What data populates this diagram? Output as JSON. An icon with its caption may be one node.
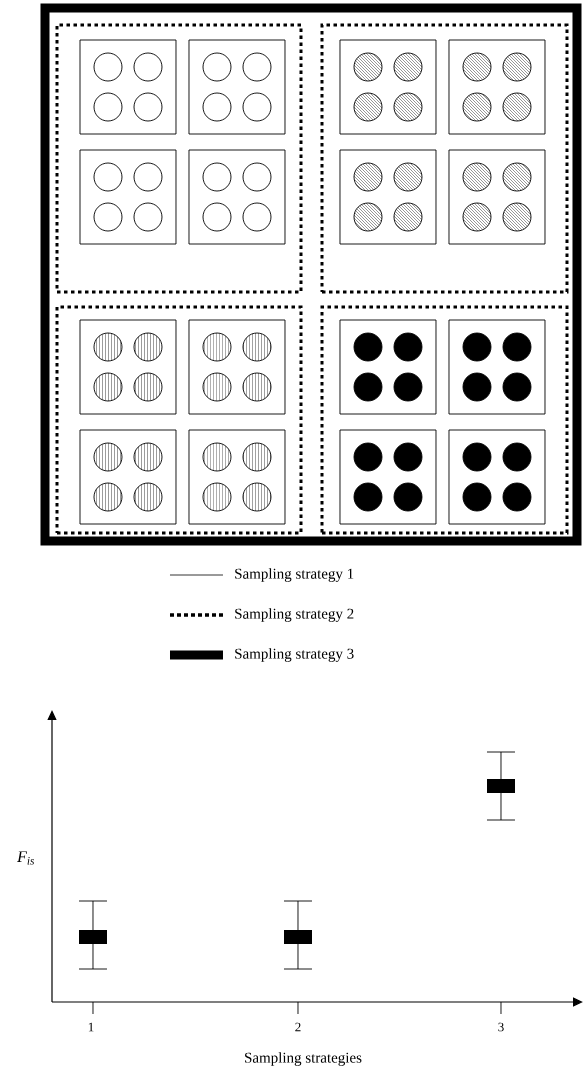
{
  "diagram": {
    "nodes": [
      {
        "text": [],
        "shape": "box"
      },
      {
        "text": [],
        "shape": "box",
        "in": 0
      },
      {
        "text": [],
        "shape": "box",
        "in": 0
      },
      {
        "text": [],
        "shape": "box",
        "in": 0
      },
      {
        "text": [],
        "shape": "box",
        "in": 0
      },
      {
        "text": [],
        "shape": "box",
        "in": 1
      },
      {
        "text": [],
        "shape": "box",
        "in": 1
      },
      {
        "text": [],
        "shape": "box",
        "in": 1
      },
      {
        "text": [],
        "shape": "box",
        "in": 1
      },
      {
        "text": [],
        "shape": "box",
        "in": 2
      },
      {
        "text": [],
        "shape": "box",
        "in": 2
      },
      {
        "text": [],
        "shape": "box",
        "in": 2
      },
      {
        "text": [],
        "shape": "box",
        "in": 2
      },
      {
        "text": [],
        "shape": "box",
        "in": 3
      },
      {
        "text": [],
        "shape": "box",
        "in": 3
      },
      {
        "text": [],
        "shape": "box",
        "in": 3
      },
      {
        "text": [],
        "shape": "box",
        "in": 3
      },
      {
        "text": [],
        "shape": "box",
        "in": 4
      },
      {
        "text": [],
        "shape": "box",
        "in": 4
      },
      {
        "text": [],
        "shape": "box",
        "in": 4
      },
      {
        "text": [],
        "shape": "box",
        "in": 4
      }
    ],
    "labels": [
      "F$_{is}$",
      "1",
      "2",
      "3",
      "Sampling strategies"
    ],
    "legend": [
      {
        "text": "Sampling strategy 1"
      },
      {
        "text": "Sampling strategy 2"
      },
      {
        "text": "Sampling strategy 3"
      }
    ]
  }
}
